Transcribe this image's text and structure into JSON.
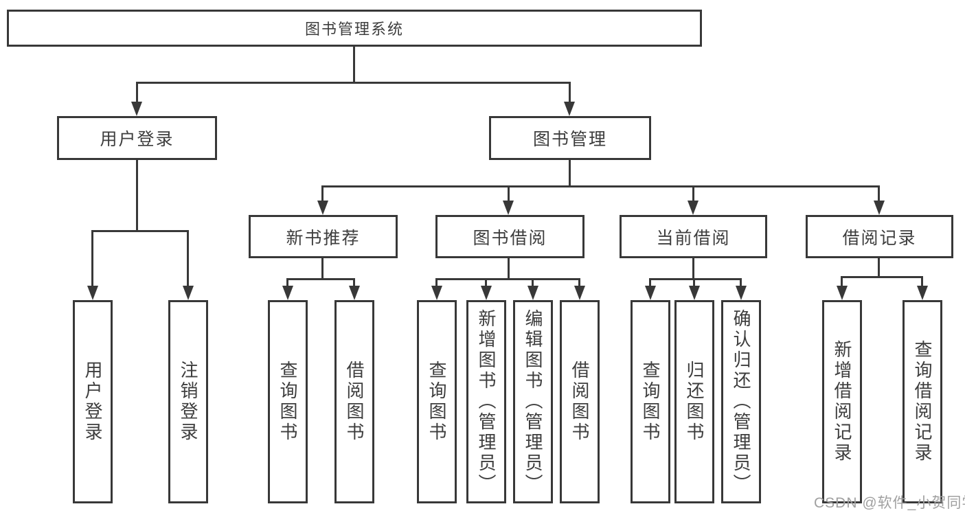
{
  "diagram": {
    "title": "图书管理系统",
    "type": "hierarchy-diagram",
    "colors": {
      "line": "#383838",
      "box_border": "#383838",
      "box_fill": "#ffffff",
      "text": "#3d3d3d",
      "background": "#ffffff",
      "watermark_text_color": "#a0a0a0"
    },
    "watermark": "CSDN @软件_小贺同学",
    "tree": {
      "label": "图书管理系统",
      "children": [
        {
          "label": "用户登录",
          "children": [
            {
              "label": "用户登录"
            },
            {
              "label": "注销登录"
            }
          ]
        },
        {
          "label": "图书管理",
          "children": [
            {
              "label": "新书推荐",
              "children": [
                {
                  "label": "查询图书"
                },
                {
                  "label": "借阅图书"
                }
              ]
            },
            {
              "label": "图书借阅",
              "children": [
                {
                  "label": "查询图书"
                },
                {
                  "label": "新增图书（管理员）"
                },
                {
                  "label": "编辑图书（管理员）"
                },
                {
                  "label": "借阅图书"
                }
              ]
            },
            {
              "label": "当前借阅",
              "children": [
                {
                  "label": "查询图书"
                },
                {
                  "label": "归还图书"
                },
                {
                  "label": "确认归还（管理员）"
                }
              ]
            },
            {
              "label": "借阅记录",
              "children": [
                {
                  "label": "新增借阅记录"
                },
                {
                  "label": "查询借阅记录"
                }
              ]
            }
          ]
        }
      ]
    }
  }
}
